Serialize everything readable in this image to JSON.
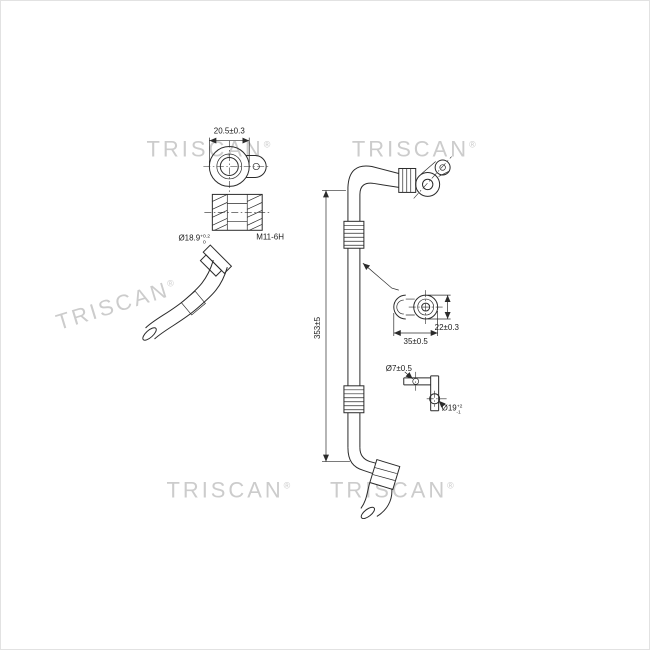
{
  "brand": {
    "watermark_text": "TRISCAN",
    "registered_mark": "®",
    "watermark_color": "#cccccc"
  },
  "drawing": {
    "background": "#ffffff",
    "line_color": "#2b2b2b",
    "type": "technical-part-drawing-hose",
    "dimensions": {
      "flange_width": "20.5±0.3",
      "bore_diameter": "Ø18.9",
      "bore_tol_upper": "+0.2",
      "bore_tol_lower": "0",
      "thread_spec": "M11-6H",
      "overall_length": "353±5",
      "clip_height": "22±0.3",
      "clip_width": "35±0.5",
      "hole_diameter": "Ø7±0.5",
      "end_diameter": "Ø19",
      "end_tol_upper": "+2",
      "end_tol_lower": "-1"
    }
  }
}
